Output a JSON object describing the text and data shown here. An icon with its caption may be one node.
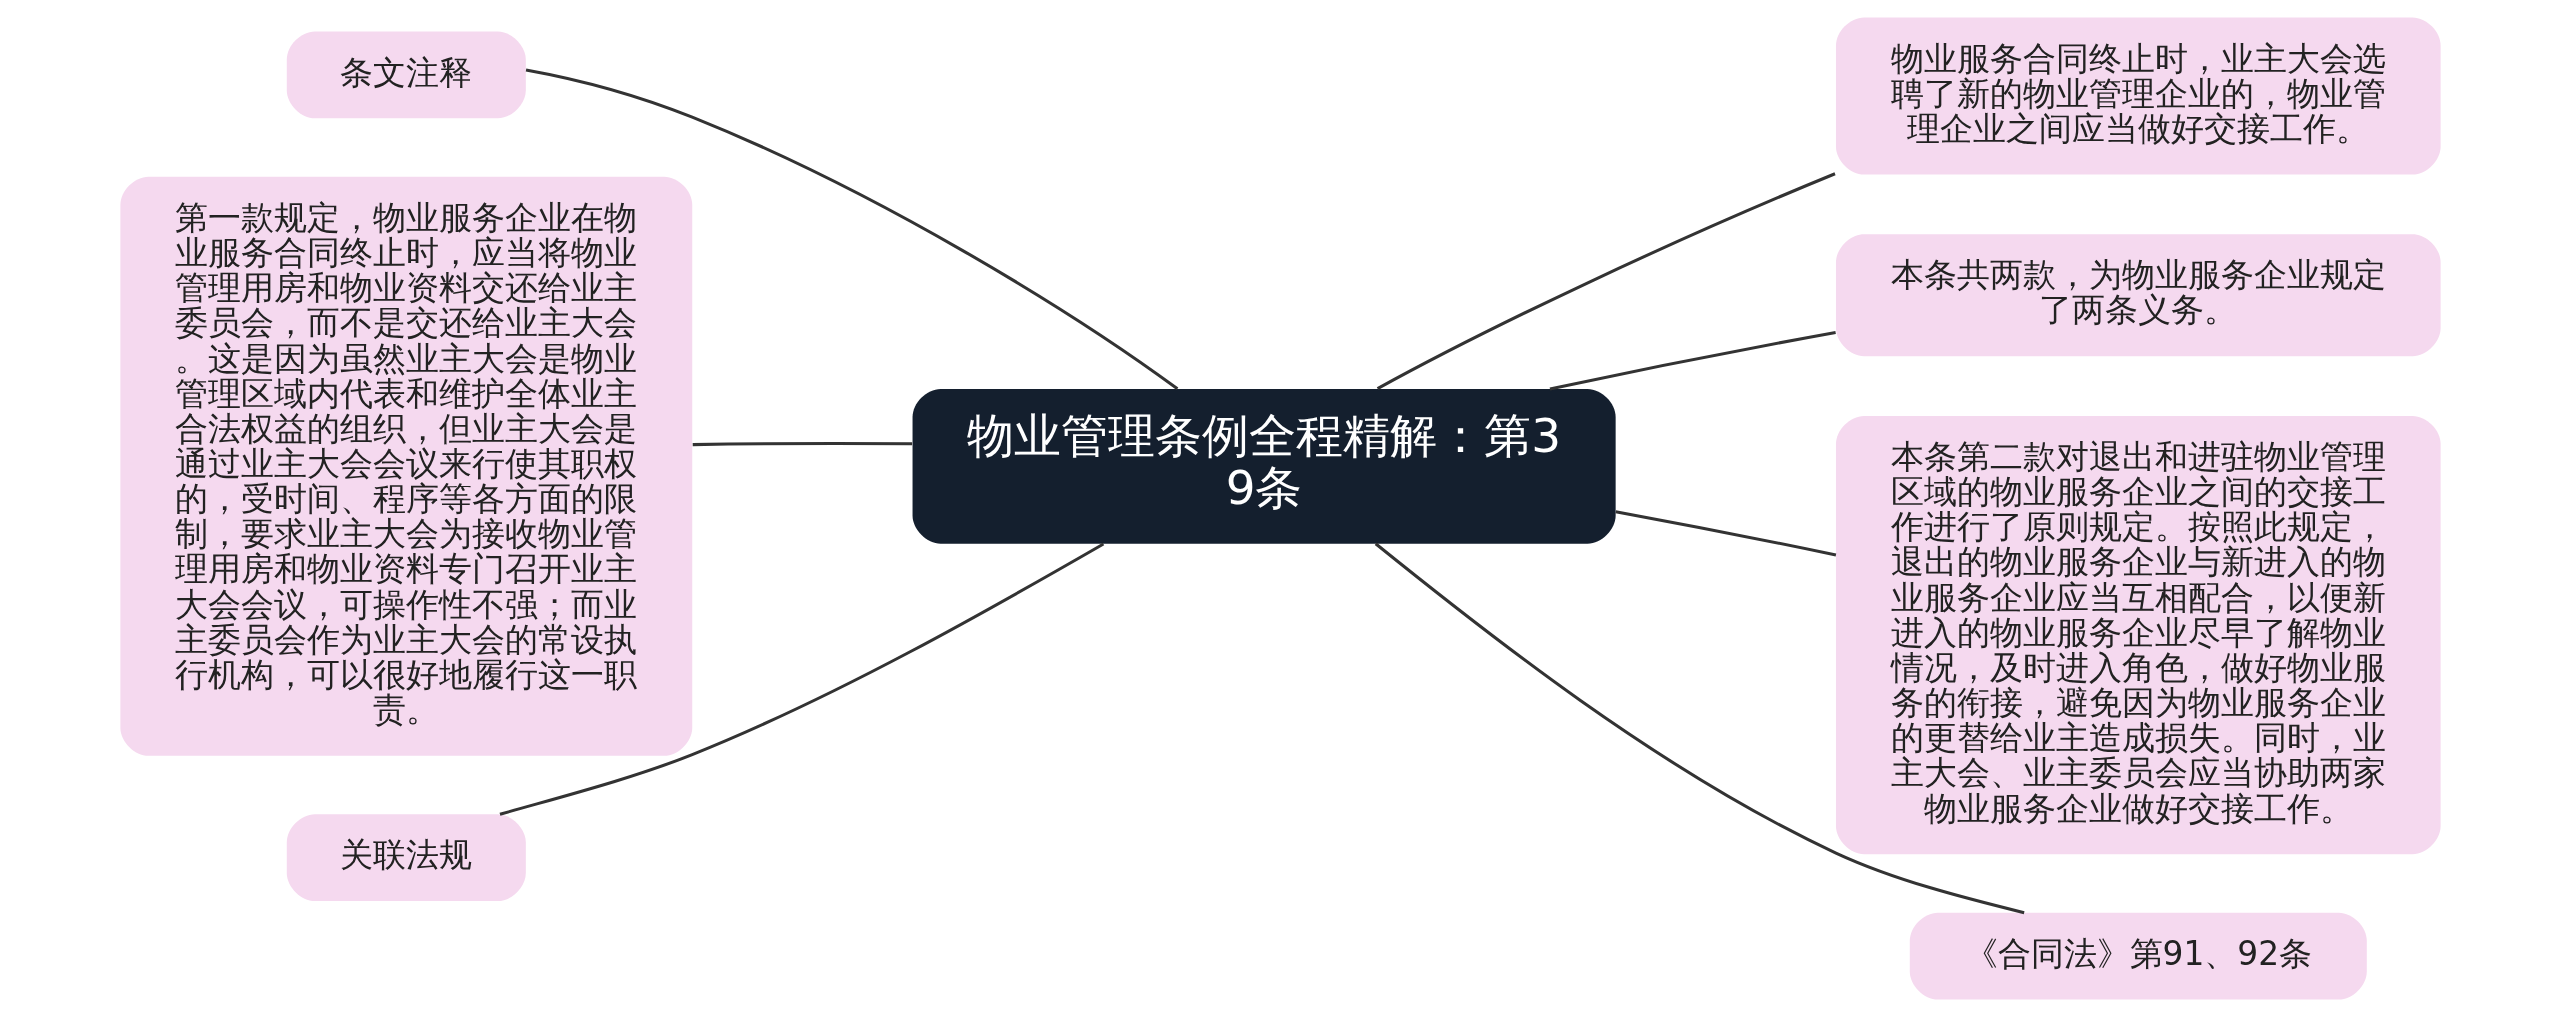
{
  "diagram": {
    "nodes": [
      {
        "text": [
          "物业管理条例全程精解：第39条"
        ]
      },
      {
        "text": [
          "条文注释"
        ]
      },
      {
        "text": [
          "第一款规定，物业服务企业在物业服务合同终止时，应当将物业管理用房和物业资料交还给业主委员会，而不是交还给业主大会。这是因为虽然业主大会是物业管理区域内代表和维护全体业主合法权益的组织，但业主大会是通过业主大会会议来行使其职权的，受时间、程序等各方面的限制，要求业主大会为接收物业管理用房和物业资料专门召开业主大会会议，可操作性不强；而业主委员会作为业主大会的常设执行机构，可以很好地履行这一职责。"
        ]
      },
      {
        "text": [
          "关联法规"
        ]
      },
      {
        "text": [
          "物业服务合同终止时，业主大会选聘了新的物业管理企业的，物业管理企业之间应当做好交接工作。"
        ]
      },
      {
        "text": [
          "本条共两款，为物业服务企业规定了两条义务。"
        ]
      },
      {
        "text": [
          "本条第二款对退出和进驻物业管理区域的物业服务企业之间的交接工作进行了原则规定。按照此规定，退出的物业服务企业与新进入的物业服务企业应当互相配合，以便新进入的物业服务企业尽早了解物业情况，及时进入角色，做好物业服务的衔接，避免因为物业服务企业的更替给业主造成损失。同时，业主大会、业主委员会应当协助两家物业服务企业做好交接工作。"
        ]
      },
      {
        "text": [
          "《合同法》第91、92条"
        ]
      }
    ],
    "edges": [
      {
        "from": 0,
        "to": 1,
        "arrow": "none"
      },
      {
        "from": 0,
        "to": 2,
        "arrow": "none"
      },
      {
        "from": 0,
        "to": 3,
        "arrow": "none"
      },
      {
        "from": 0,
        "to": 4,
        "arrow": "none"
      },
      {
        "from": 0,
        "to": 5,
        "arrow": "none"
      },
      {
        "from": 0,
        "to": 6,
        "arrow": "none"
      },
      {
        "from": 0,
        "to": 7,
        "arrow": "none"
      }
    ]
  }
}
